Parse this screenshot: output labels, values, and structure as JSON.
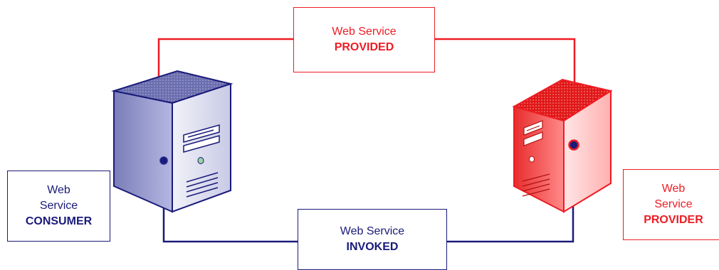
{
  "colors": {
    "consumer_blue": "#1a1a7a",
    "provider_red": "#ee1c24",
    "server_blue_face": "#8f92c8",
    "server_red_face": "#f04a4a"
  },
  "labels": {
    "provided": {
      "line1": "Web Service",
      "line2": "PROVIDED"
    },
    "invoked": {
      "line1": "Web Service",
      "line2": "INVOKED"
    },
    "consumer": {
      "line1": "Web",
      "line2": "Service",
      "line3": "CONSUMER"
    },
    "provider": {
      "line1": "Web",
      "line2": "Service",
      "line3": "PROVIDER"
    }
  },
  "icons": {
    "consumer_server": "server-tower-icon",
    "provider_server": "server-tower-icon",
    "arrow": "arrow-down-icon"
  }
}
